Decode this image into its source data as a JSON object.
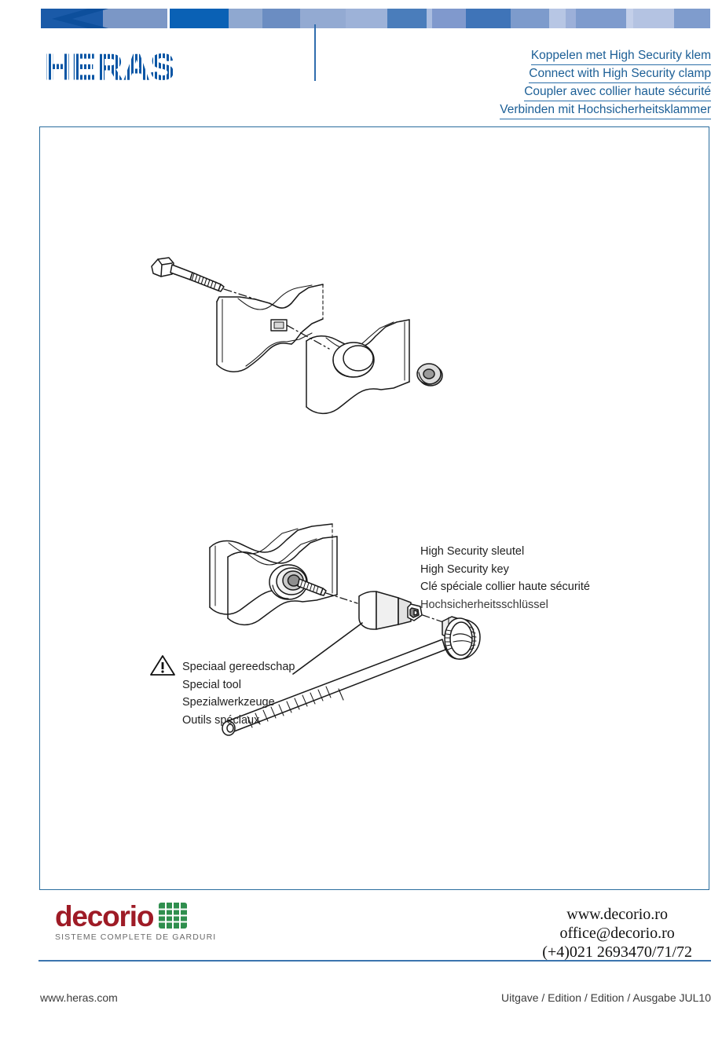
{
  "header": {
    "logo_text": "HERAS",
    "logo_name": "heras-logo",
    "divider_color": "#2f6cad",
    "banner_blocks": [
      {
        "w": 88,
        "color": "#1a5aa8"
      },
      {
        "w": 92,
        "color": "#7b97c6"
      },
      {
        "w": 4,
        "color": "#ffffff"
      },
      {
        "w": 84,
        "color": "#0a61b5"
      },
      {
        "w": 48,
        "color": "#8fa8d0"
      },
      {
        "w": 54,
        "color": "#6b8dc2"
      },
      {
        "w": 64,
        "color": "#93aad2"
      },
      {
        "w": 60,
        "color": "#9db2d8"
      },
      {
        "w": 56,
        "color": "#4a7dbb"
      },
      {
        "w": 8,
        "color": "#aabde0"
      },
      {
        "w": 48,
        "color": "#8099cd"
      },
      {
        "w": 64,
        "color": "#3f74b8"
      },
      {
        "w": 54,
        "color": "#7d9bcc"
      },
      {
        "w": 24,
        "color": "#b7c6e4"
      },
      {
        "w": 14,
        "color": "#9cb0d9"
      },
      {
        "w": 72,
        "color": "#7e9bcd"
      },
      {
        "w": 10,
        "color": "#c3cfe9"
      },
      {
        "w": 58,
        "color": "#b4c3e2"
      },
      {
        "w": 52,
        "color": "#7f9ccd"
      }
    ],
    "title_lines": [
      "Koppelen met High Security klem",
      "Connect with High Security clamp",
      "Coupler avec collier haute sécurité",
      "Verbinden mit Hochsicherheitsklammer"
    ],
    "title_color": "#1c5f96"
  },
  "content": {
    "border_color": "#2a6d9e",
    "drawing_top_name": "exploded-clamp-bolt-diagram",
    "drawing_bottom_name": "clamp-key-special-tool-diagram",
    "key_callout": {
      "name": "high-security-key-callout",
      "lines": [
        "High Security sleutel",
        "High Security key",
        "Clé spéciale collier haute sécurité",
        "Hochsicherheitsschlüssel"
      ]
    },
    "tool_callout": {
      "name": "special-tool-callout",
      "icon": "warning-triangle-icon",
      "lines": [
        "Speciaal gereedschap",
        "Special tool",
        "Spezialwerkzeuge",
        "Outils spéciaux"
      ]
    }
  },
  "footer": {
    "decorio": {
      "word": "decorio",
      "tagline": "SISTEME COMPLETE DE GARDURI",
      "word_color": "#9e1b26",
      "mesh_color": "#2f8f4e",
      "mesh_icon": "green-mesh-grid-icon"
    },
    "contact_lines": [
      "www.decorio.ro",
      "office@decorio.ro",
      "(+4)021 2693470/71/72"
    ],
    "rule_color": "#3b74ae",
    "left_text": "www.heras.com",
    "right_text": "Uitgave / Edition / Edition / Ausgabe JUL10"
  }
}
